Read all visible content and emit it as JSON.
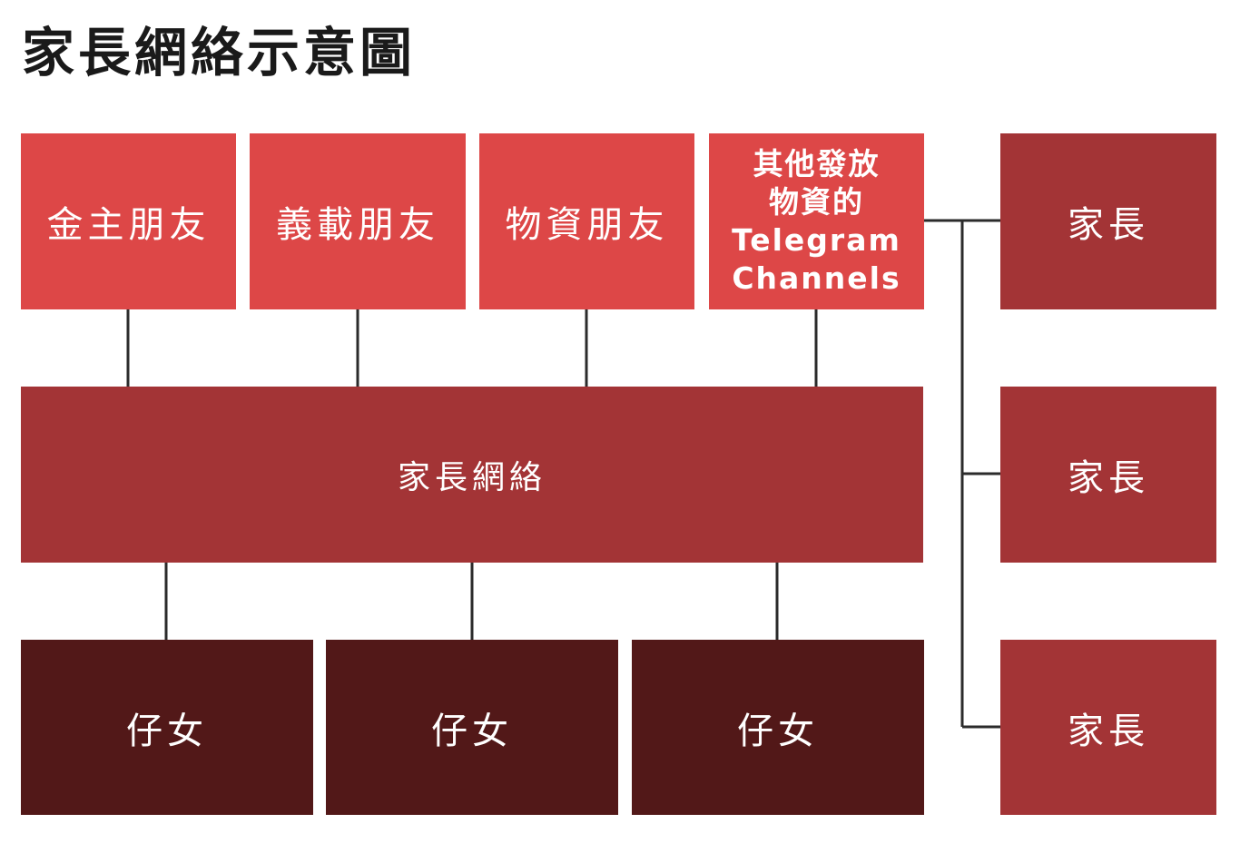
{
  "title": "家長網絡示意圖",
  "colors": {
    "top_box": "#dd4747",
    "network_box": "#a33436",
    "parent_box": "#a33436",
    "child_box": "#521818",
    "connector": "#2b2b2b",
    "label": "#ffffff"
  },
  "supporters": [
    {
      "label": "金主朋友"
    },
    {
      "label": "義載朋友"
    },
    {
      "label": "物資朋友"
    },
    {
      "label": "其他發放\n物資的\nTelegram\nChannels"
    }
  ],
  "network": {
    "label": "家長網絡"
  },
  "children": [
    {
      "label": "仔女"
    },
    {
      "label": "仔女"
    },
    {
      "label": "仔女"
    }
  ],
  "parents": [
    {
      "label": "家長"
    },
    {
      "label": "家長"
    },
    {
      "label": "家長"
    }
  ]
}
